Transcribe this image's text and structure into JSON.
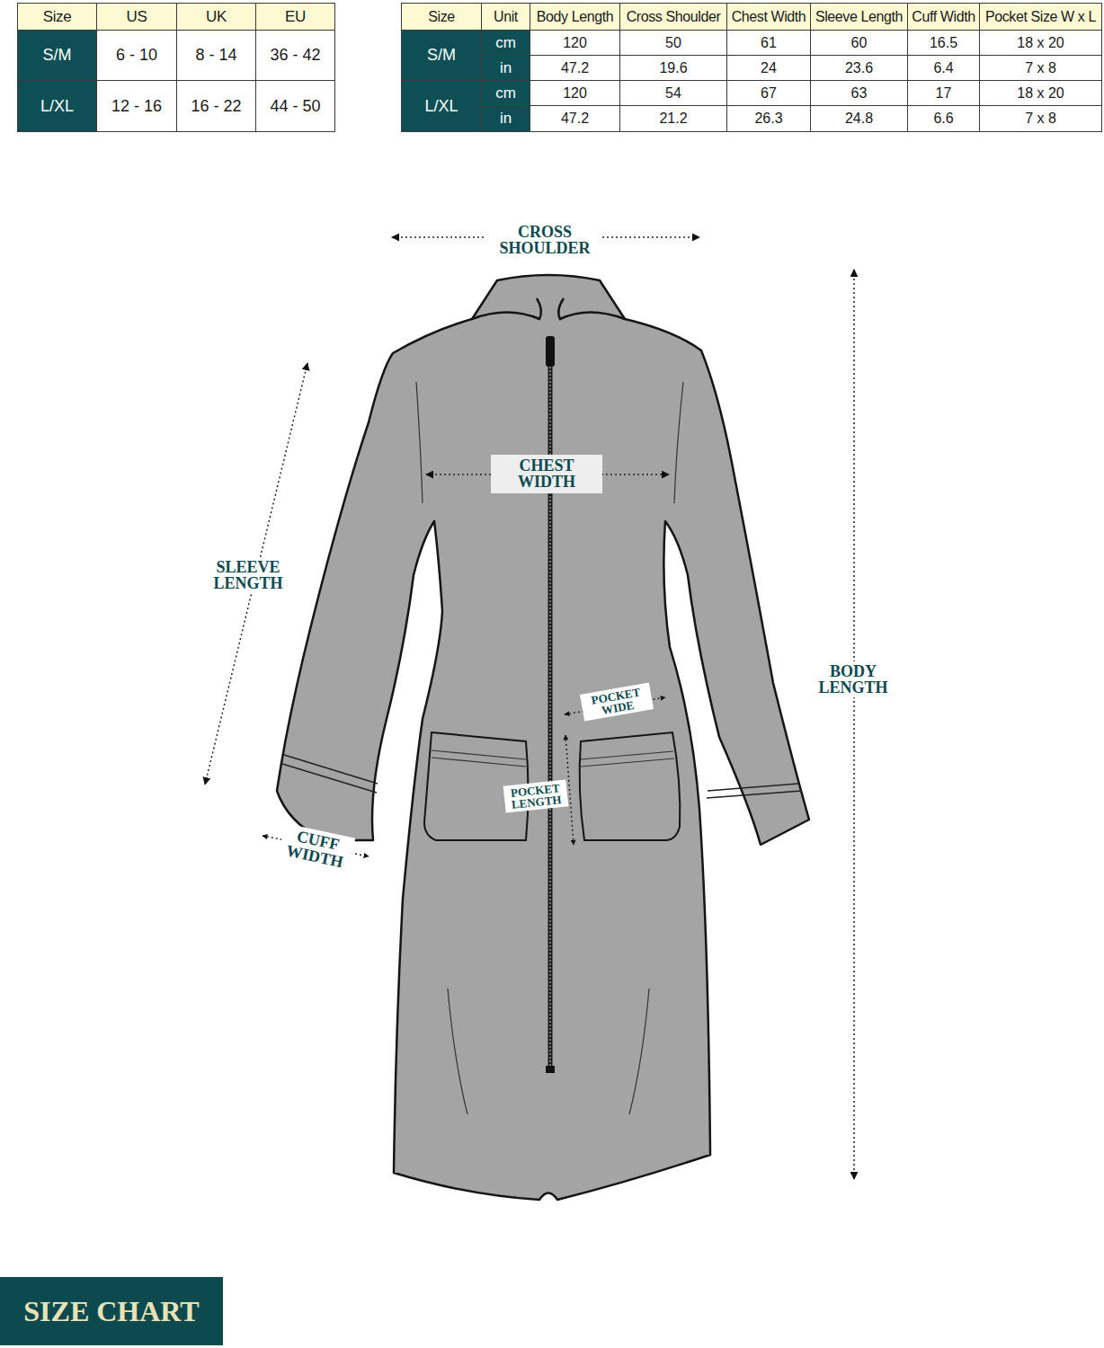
{
  "diagram": {
    "nodes": [
      {
        "text": [
          "SIZE CHART"
        ]
      }
    ],
    "labels": [
      "Size",
      "US",
      "UK",
      "EU",
      "S/M",
      "6 - 10",
      "8 - 14",
      "36 - 42",
      "L/XL",
      "12 - 16",
      "16 - 22",
      "44 - 50",
      "Size",
      "Unit",
      "Body Length",
      "Cross Shoulder",
      "Chest Width",
      "Sleeve Length",
      "Cuff Width",
      "Pocket Size W x L",
      "S/M",
      "cm",
      "120",
      "50",
      "61",
      "60",
      "16.5",
      "18 x 20",
      "in",
      "47.2",
      "19.6",
      "24",
      "23.6",
      "6.4",
      "7 x 8",
      "L/XL",
      "cm",
      "120",
      "54",
      "67",
      "63",
      "17",
      "18 x 20",
      "in",
      "47.2",
      "21.2",
      "26.3",
      "24.8",
      "6.6",
      "7 x 8",
      "CROSS SHOULDER",
      "CHEST WIDTH",
      "SLEEVE LENGTH",
      "BODY LENGTH",
      "POCKET WIDE",
      "POCKET LENGTH",
      "CUFF WIDTH"
    ]
  }
}
